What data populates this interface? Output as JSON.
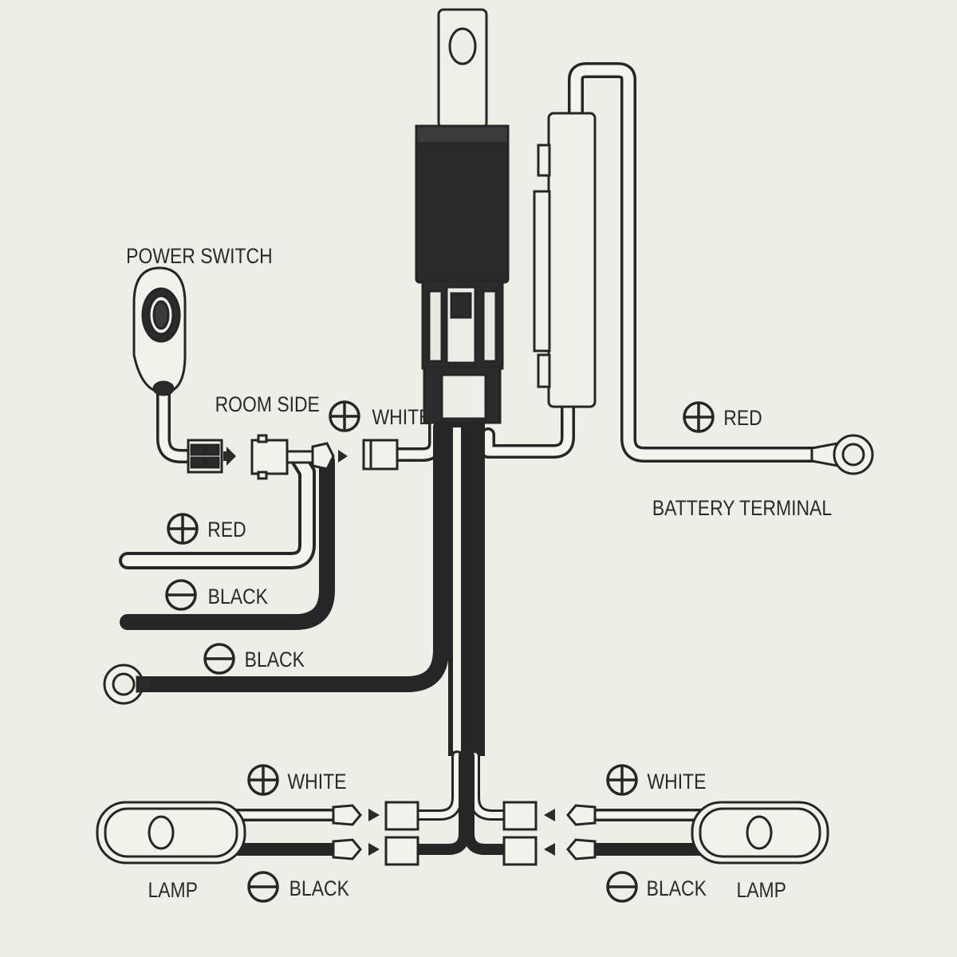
{
  "labels": {
    "power_switch": "POWER SWITCH",
    "room_side": "ROOM SIDE",
    "white_top": "WHITE",
    "red_battery": "RED",
    "battery_terminal": "BATTERY TERMINAL",
    "red_left": "RED",
    "black_left": "BLACK",
    "black_ground": "BLACK",
    "white_lamp_left": "WHITE",
    "white_lamp_right": "WHITE",
    "black_lamp_left": "BLACK",
    "black_lamp_right": "BLACK",
    "lamp_left": "LAMP",
    "lamp_right": "LAMP"
  },
  "colors": {
    "background": "#eeeee8",
    "ink": "#262626",
    "wire_fill": "#f4f4ef"
  }
}
